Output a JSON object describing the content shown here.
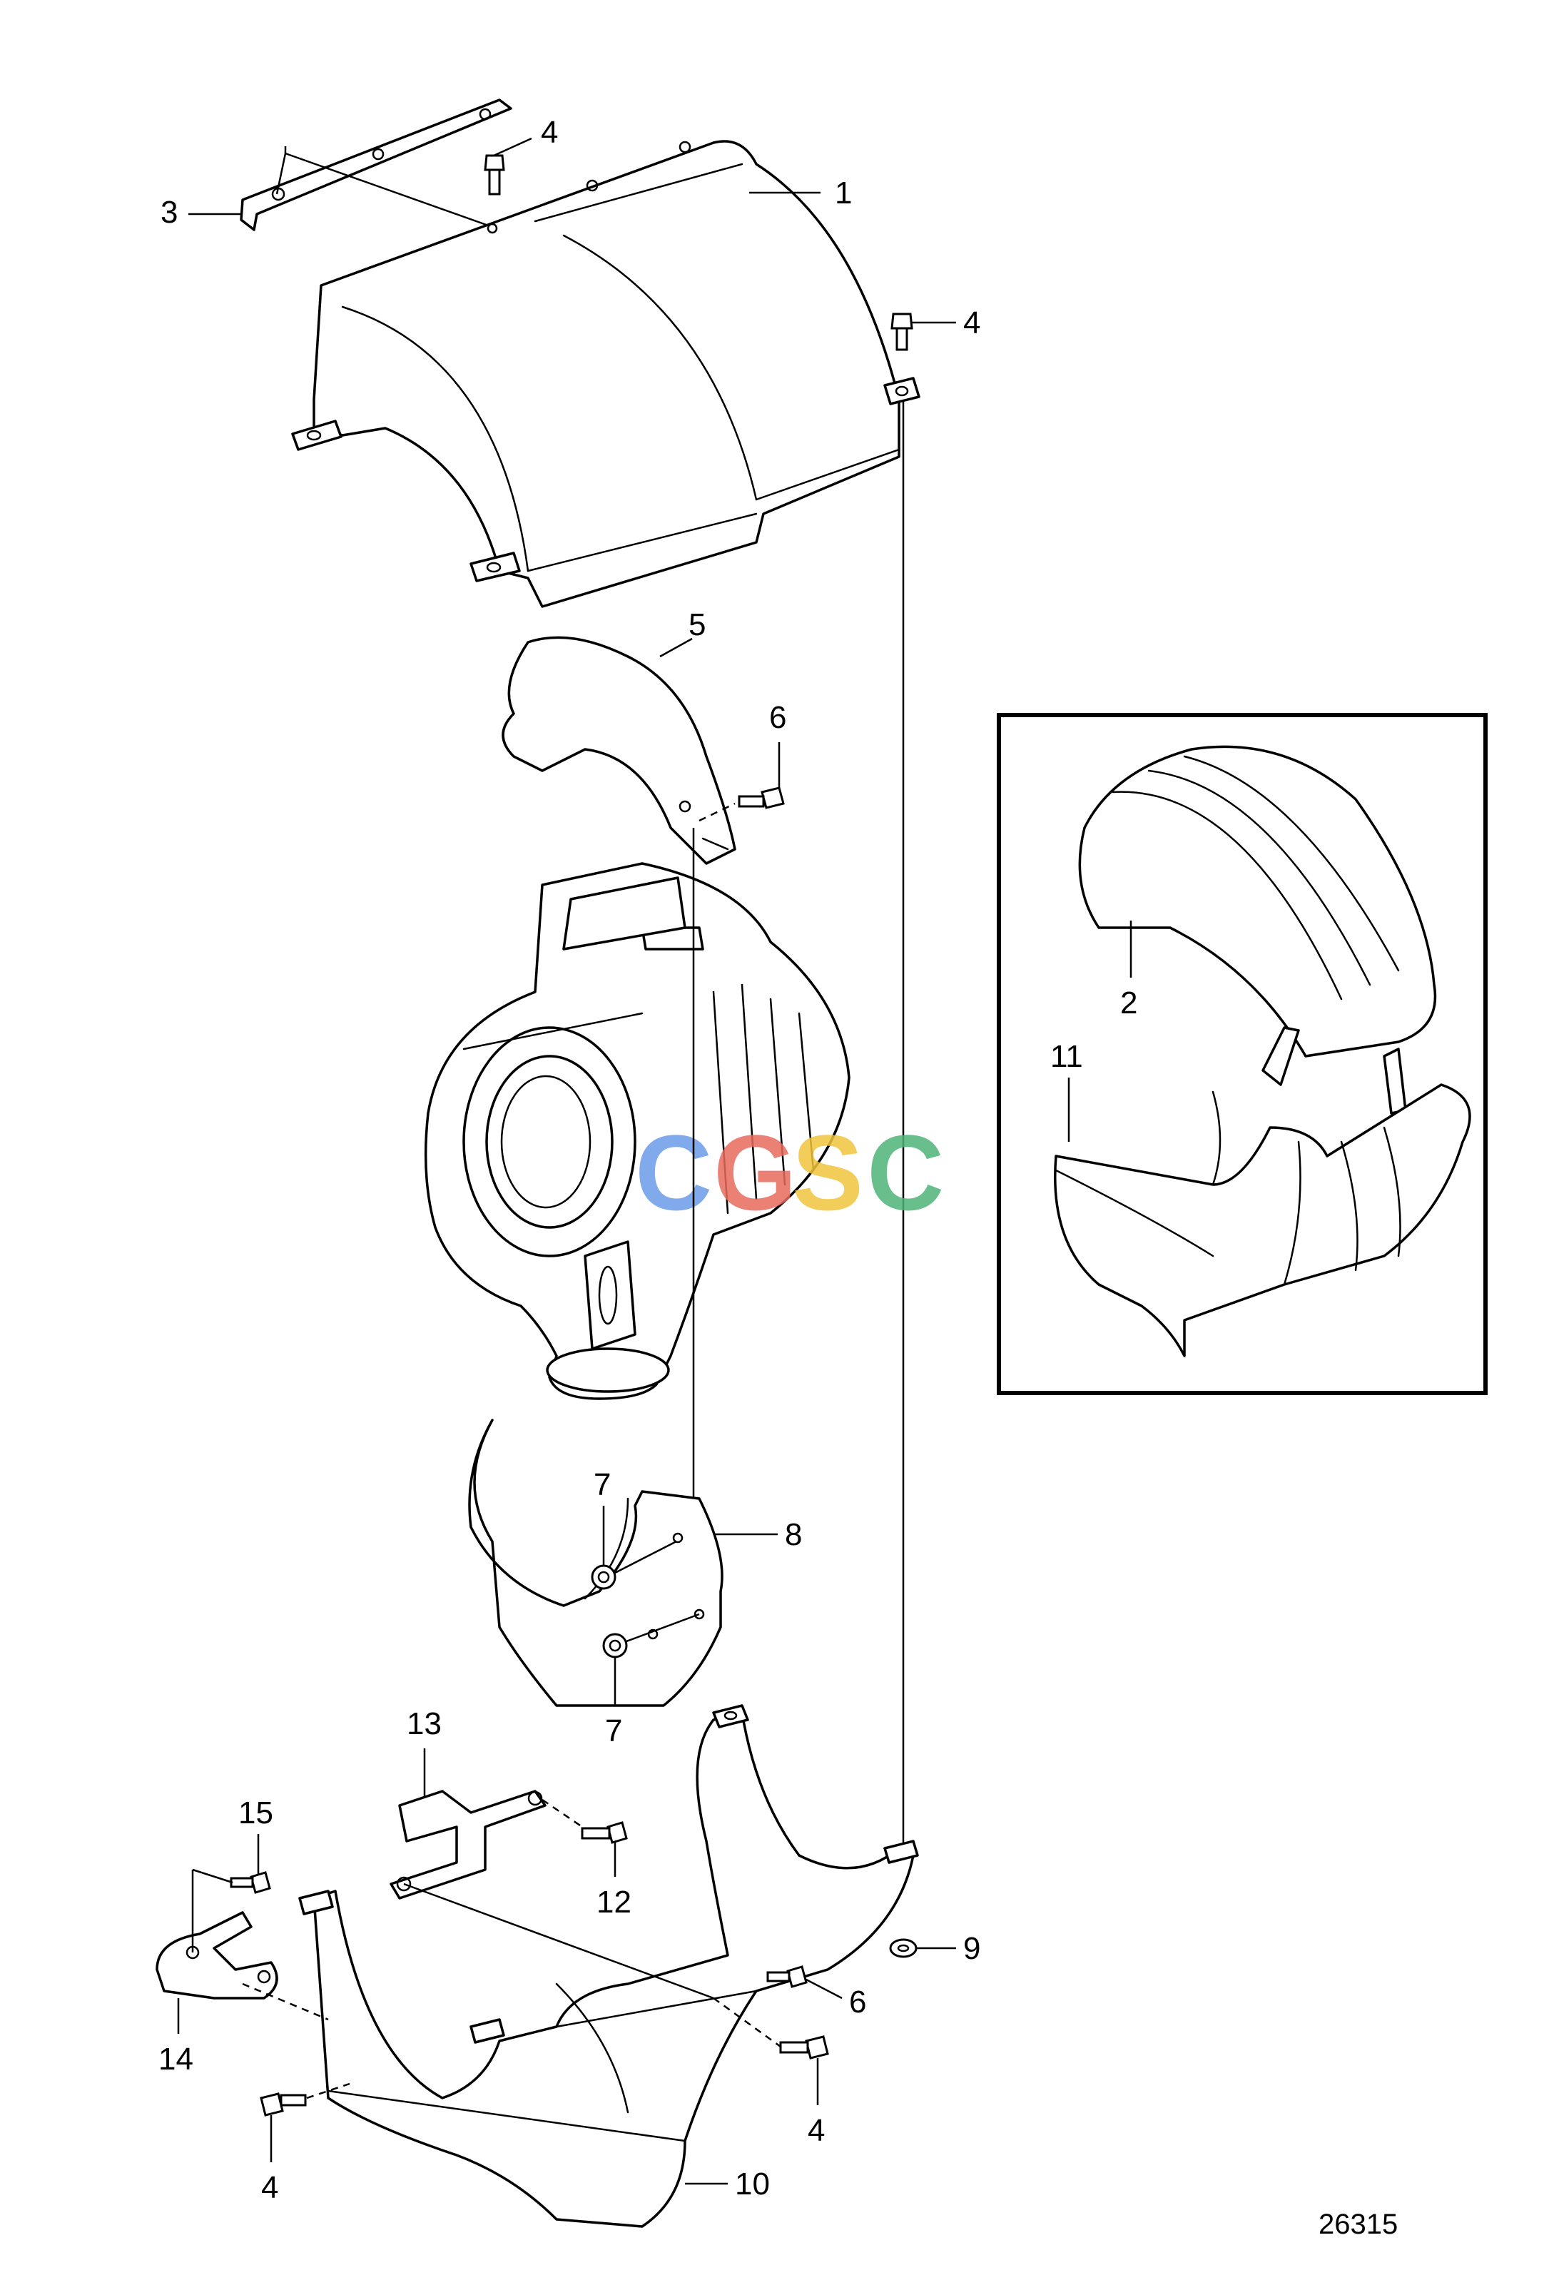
{
  "watermark": {
    "letters": [
      {
        "char": "C",
        "color": "#6b9ce8"
      },
      {
        "char": "G",
        "color": "#e86a5e"
      },
      {
        "char": "S",
        "color": "#f2c53d"
      },
      {
        "char": "C",
        "color": "#4fb478"
      }
    ]
  },
  "callouts": {
    "c1": "1",
    "c2": "2",
    "c3": "3",
    "c4a": "4",
    "c4b": "4",
    "c4c": "4",
    "c4d": "4",
    "c5": "5",
    "c6a": "6",
    "c6b": "6",
    "c7a": "7",
    "c7b": "7",
    "c8": "8",
    "c9": "9",
    "c10": "10",
    "c11": "11",
    "c12": "12",
    "c13": "13",
    "c14": "14",
    "c15": "15"
  },
  "drawing_number": "26315"
}
